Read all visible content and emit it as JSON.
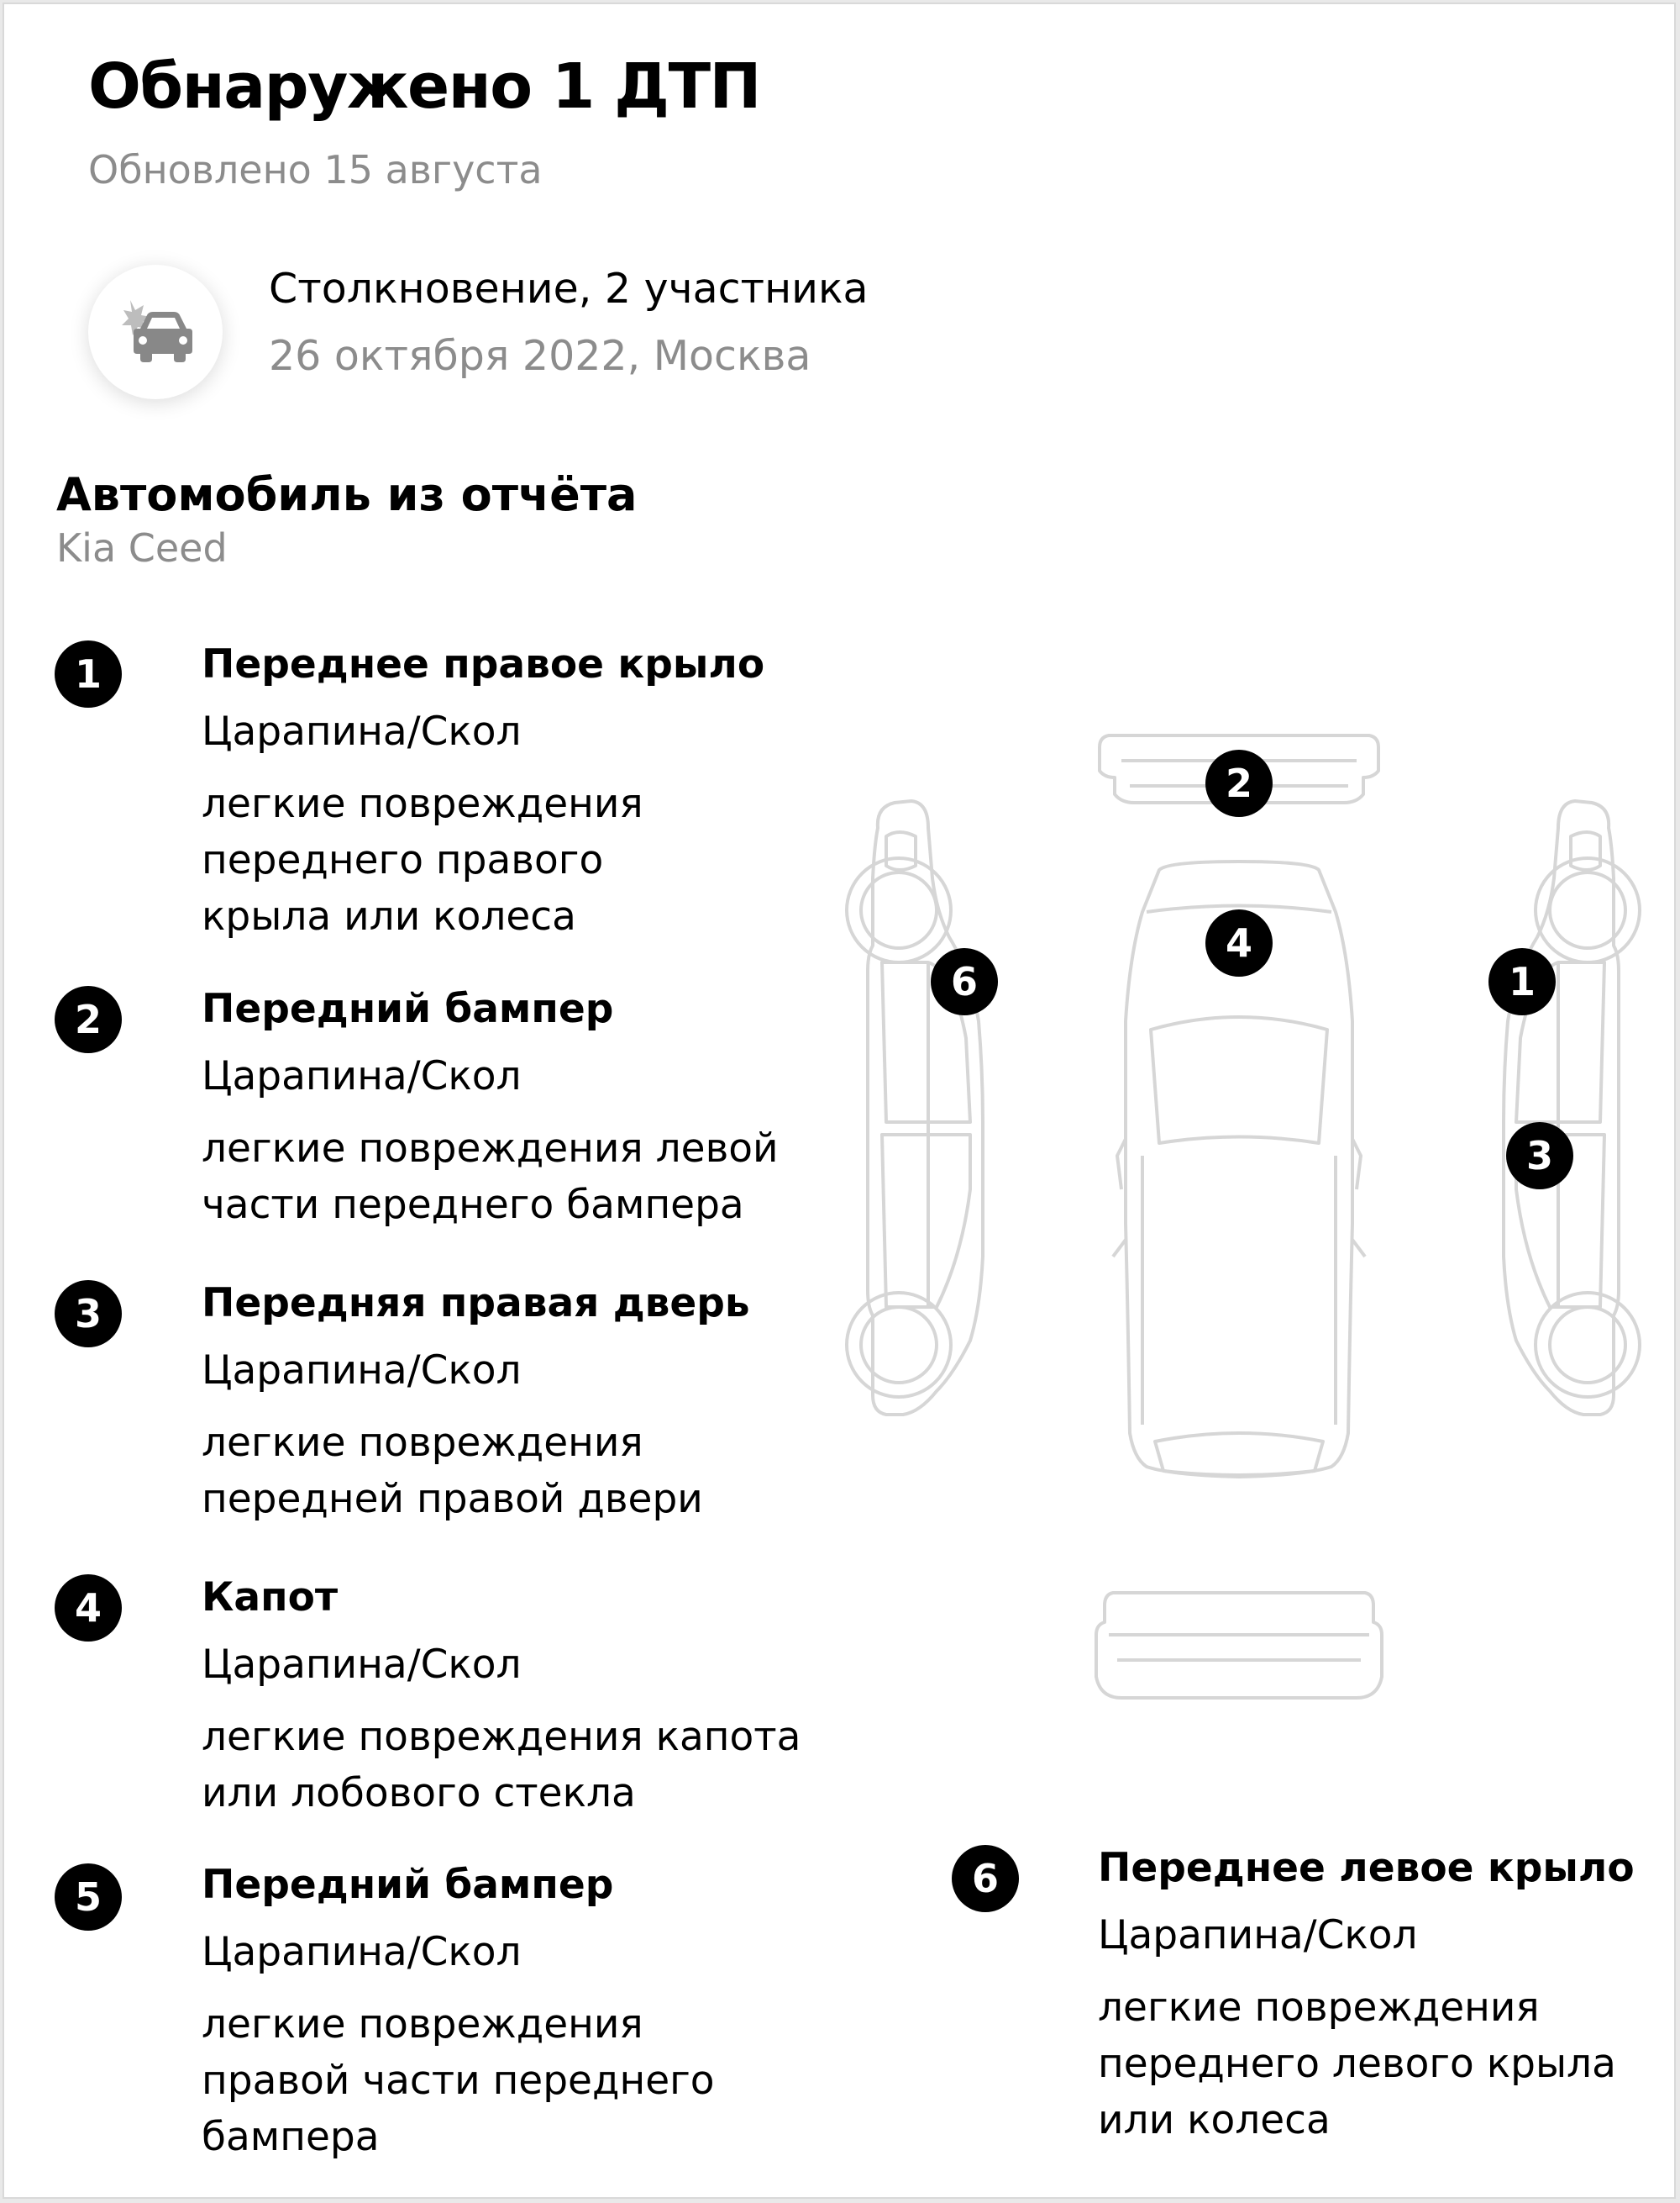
{
  "header": {
    "title": "Обнаружено 1 ДТП",
    "updated": "Обновлено 15 августа"
  },
  "accident": {
    "icon": "car-crash-icon",
    "type": "Столкновение, 2 участника",
    "date_place": "26 октября 2022, Москва"
  },
  "car": {
    "title": "Автомобиль из отчёта",
    "model": "Kia Ceed"
  },
  "damages": [
    {
      "num": "1",
      "part": "Переднее правое крыло",
      "kind": "Царапина/Скол",
      "desc": "легкие повреждения переднего правого крыла или колеса"
    },
    {
      "num": "2",
      "part": "Передний бампер",
      "kind": "Царапина/Скол",
      "desc": "легкие повреждения левой части переднего бампера"
    },
    {
      "num": "3",
      "part": "Передняя правая дверь",
      "kind": "Царапина/Скол",
      "desc": "легкие повреждения передней правой двери"
    },
    {
      "num": "4",
      "part": "Капот",
      "kind": "Царапина/Скол",
      "desc": "легкие повреждения капота или лобового стекла"
    },
    {
      "num": "5",
      "part": "Передний бампер",
      "kind": "Царапина/Скол",
      "desc": "легкие повреждения правой части переднего бампера"
    },
    {
      "num": "6",
      "part": "Переднее левое крыло",
      "kind": "Царапина/Скол",
      "desc": "легкие повреждения переднего левого крыла или колеса"
    }
  ],
  "colors": {
    "text": "#000000",
    "muted": "#8c8c8c",
    "badge": "#000000",
    "diagram_line": "#d6d6d6"
  }
}
